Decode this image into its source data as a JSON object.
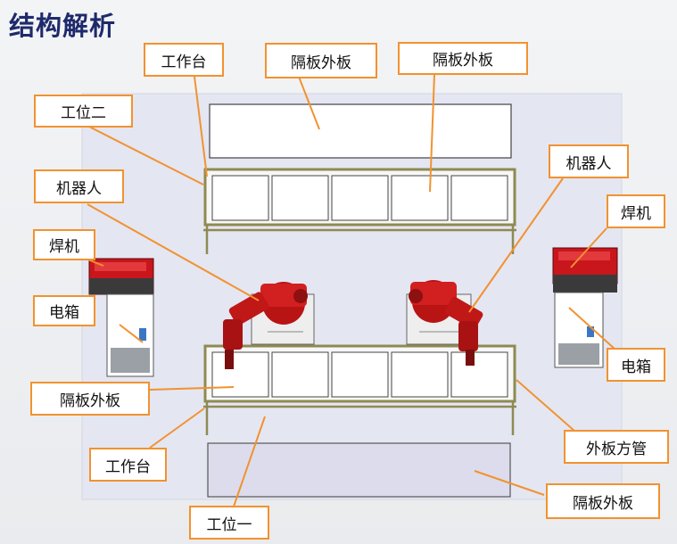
{
  "title": "结构解析",
  "labels": {
    "workbench_top": "工作台",
    "partition_top_left": "隔板外板",
    "partition_top_right": "隔板外板",
    "station_two": "工位二",
    "robot_left": "机器人",
    "robot_right": "机器人",
    "welder_left": "焊机",
    "welder_right": "焊机",
    "ebox_left": "电箱",
    "ebox_right": "电箱",
    "partition_left": "隔板外板",
    "outer_tube": "外板方管",
    "workbench_bottom": "工作台",
    "station_one": "工位一",
    "partition_bottom_right": "隔板外板"
  },
  "colors": {
    "title": "#1f2a6b",
    "callout_border": "#f2922f",
    "robot": "#b81414",
    "welder": "#c8161c",
    "frame": "#8f8a52",
    "canvas": "#e4e6f2"
  },
  "icons": [
    "robot-arm",
    "welder-machine",
    "electric-box"
  ]
}
